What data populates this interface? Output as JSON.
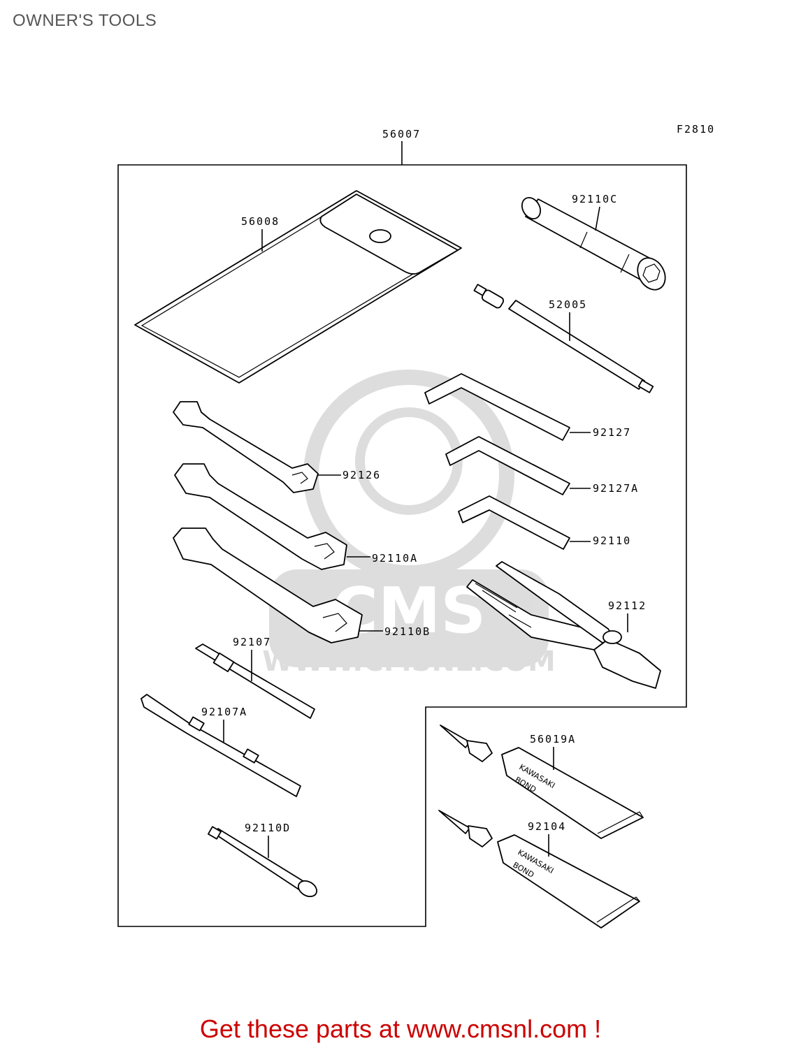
{
  "title": "OWNER'S TOOLS",
  "figure_code": "F2810",
  "watermark": "WWW.CMSNL.COM",
  "watermark_logo_text": "CMS",
  "footer": {
    "text": "Get these parts at www.cmsnl.com !",
    "color": "#cc0000"
  },
  "parts": {
    "kit": "56007",
    "pouch": "56008",
    "plug_wrench": "92110C",
    "handle": "52005",
    "hex_wrench_large": "92127",
    "hex_wrench_medium": "92127A",
    "hex_wrench_small": "92110",
    "wrench_small": "92126",
    "wrench_medium": "92110A",
    "wrench_large": "92110B",
    "pliers": "92112",
    "screwdriver_bit": "92107",
    "screwdriver_grip": "92107A",
    "spoke_wrench": "92110D",
    "bond_tube_1": "56019A",
    "bond_tube_2": "92104"
  },
  "tube_labels": {
    "brand": "KAWASAKI",
    "product": "BOND"
  }
}
